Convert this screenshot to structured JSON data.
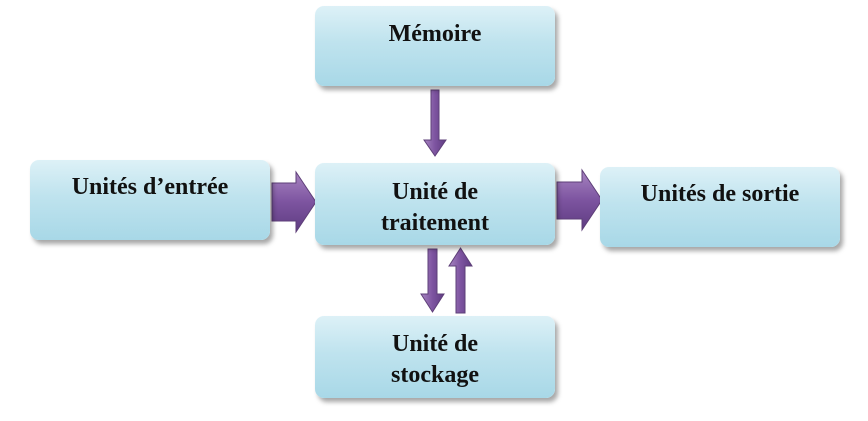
{
  "nodes": {
    "memoire": "Mémoire",
    "entree": "Unités d’entrée",
    "traitement": "Unité de traitement",
    "sortie": "Unités de sortie",
    "stockage": "Unité de stockage"
  },
  "edges": [
    {
      "from": "Mémoire",
      "to": "Unité de traitement"
    },
    {
      "from": "Unités d’entrée",
      "to": "Unité de traitement"
    },
    {
      "from": "Unité de traitement",
      "to": "Unités de sortie"
    },
    {
      "from": "Unité de traitement",
      "to": "Unité de stockage"
    },
    {
      "from": "Unité de stockage",
      "to": "Unité de traitement"
    }
  ],
  "colors": {
    "box_fill": "#bfe3ee",
    "arrow_fill": "#8b62a8",
    "arrow_outline": "#5e3f78"
  }
}
